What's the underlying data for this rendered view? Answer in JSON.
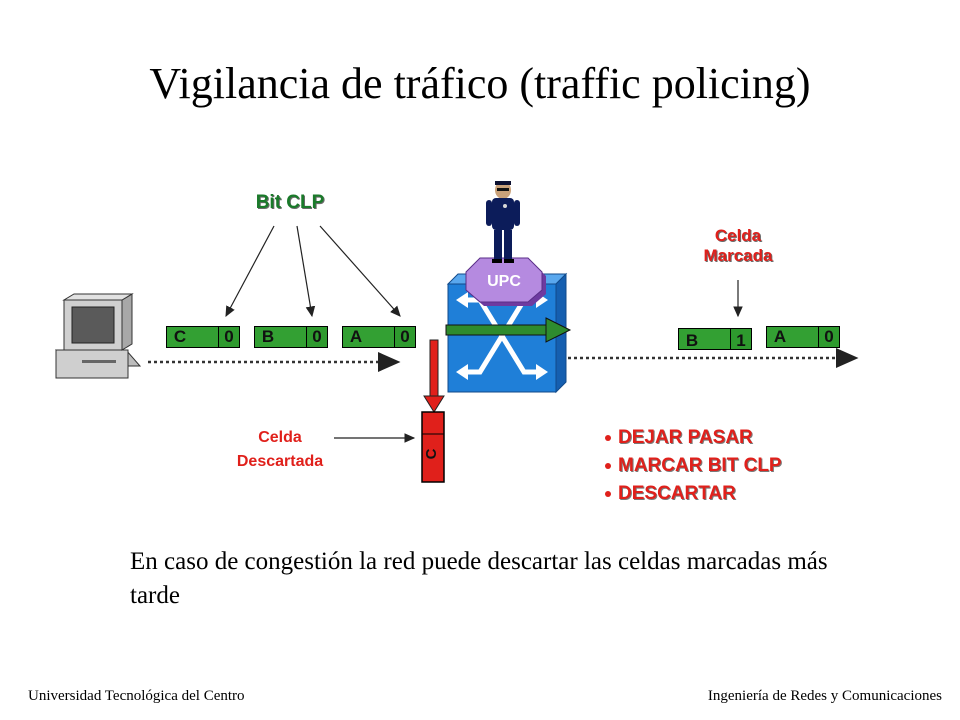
{
  "title": "Vigilancia de tráfico (traffic policing)",
  "labels": {
    "bit_clp": "Bit CLP",
    "upc": "UPC",
    "celda_marcada_1": "Celda",
    "celda_marcada_2": "Marcada",
    "celda_descartada_1": "Celda",
    "celda_descartada_2": "Descartada"
  },
  "cells_in": [
    {
      "name": "C",
      "bit": "0"
    },
    {
      "name": "B",
      "bit": "0"
    },
    {
      "name": "A",
      "bit": "0"
    }
  ],
  "cells_out": [
    {
      "name": "B",
      "bit": "1"
    },
    {
      "name": "A",
      "bit": "0"
    }
  ],
  "discarded_cell": "C",
  "options": [
    "DEJAR PASAR",
    "MARCAR BIT CLP",
    "DESCARTAR"
  ],
  "note": "En caso de congestión la red puede descartar las celdas marcadas más tarde",
  "footer": {
    "left": "Universidad Tecnológica del Centro",
    "right": "Ingeniería de Redes y Comunicaciones"
  },
  "colors": {
    "cell_green": "#33a033",
    "switch_blue": "#1f7fd8",
    "upc_purple": "#a86ad8",
    "accent_red": "#e0201b"
  }
}
